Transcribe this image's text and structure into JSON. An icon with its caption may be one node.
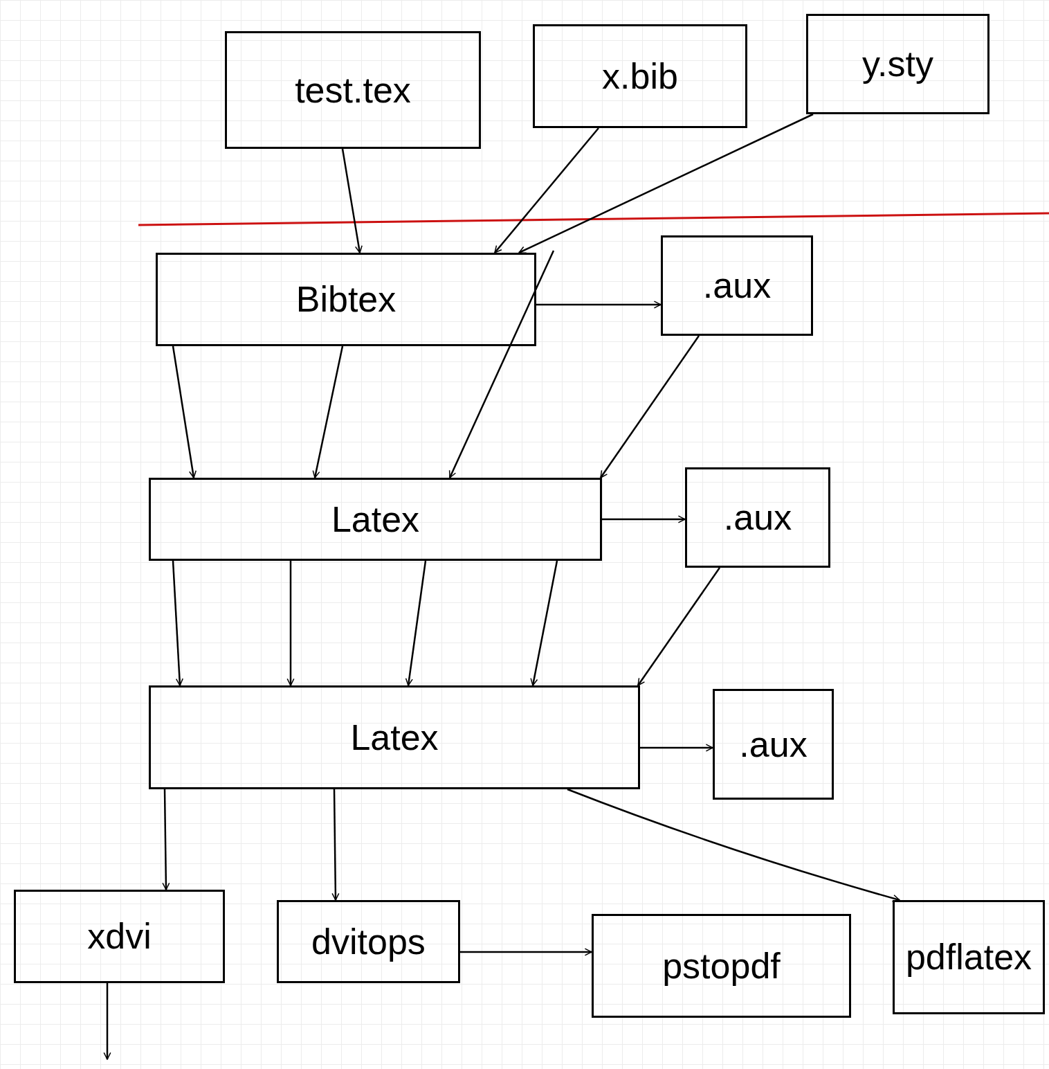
{
  "diagram": {
    "nodes": [
      {
        "text": [
          "test.tex"
        ]
      },
      {
        "text": [
          "x.bib"
        ]
      },
      {
        "text": [
          "y.sty"
        ]
      },
      {
        "text": [
          "Bibtex"
        ]
      },
      {
        "text": [
          ".aux"
        ]
      },
      {
        "text": [
          "Latex"
        ]
      },
      {
        "text": [
          ".aux"
        ]
      },
      {
        "text": [
          "Latex"
        ]
      },
      {
        "text": [
          ".aux"
        ]
      },
      {
        "text": [
          "xdvi"
        ]
      },
      {
        "text": [
          "dvitops"
        ]
      },
      {
        "text": [
          "pstopdf"
        ]
      },
      {
        "text": [
          "pdflatex"
        ]
      }
    ],
    "edges": [
      {
        "from": 0,
        "to": 3,
        "arrow": "to"
      },
      {
        "from": 1,
        "to": 3,
        "arrow": "to"
      },
      {
        "from": 2,
        "to": 3,
        "arrow": "to"
      },
      {
        "from": 3,
        "to": 4,
        "arrow": "to"
      },
      {
        "from": 3,
        "to": 5,
        "arrow": "to"
      },
      {
        "from": 3,
        "to": 5,
        "arrow": "to"
      },
      {
        "from": null,
        "to": 5,
        "arrow": "to"
      },
      {
        "from": 4,
        "to": 5,
        "arrow": "to"
      },
      {
        "from": 5,
        "to": 6,
        "arrow": "to"
      },
      {
        "from": 5,
        "to": 7,
        "arrow": "to"
      },
      {
        "from": 5,
        "to": 7,
        "arrow": "to"
      },
      {
        "from": 5,
        "to": 7,
        "arrow": "to"
      },
      {
        "from": 5,
        "to": 7,
        "arrow": "to"
      },
      {
        "from": 6,
        "to": 7,
        "arrow": "to"
      },
      {
        "from": 7,
        "to": 8,
        "arrow": "to"
      },
      {
        "from": 7,
        "to": 9,
        "arrow": "to"
      },
      {
        "from": 7,
        "to": 10,
        "arrow": "to"
      },
      {
        "from": 7,
        "to": 12,
        "arrow": "to"
      },
      {
        "from": 10,
        "to": 11,
        "arrow": "to"
      },
      {
        "from": 9,
        "to": null,
        "arrow": "to"
      }
    ]
  }
}
